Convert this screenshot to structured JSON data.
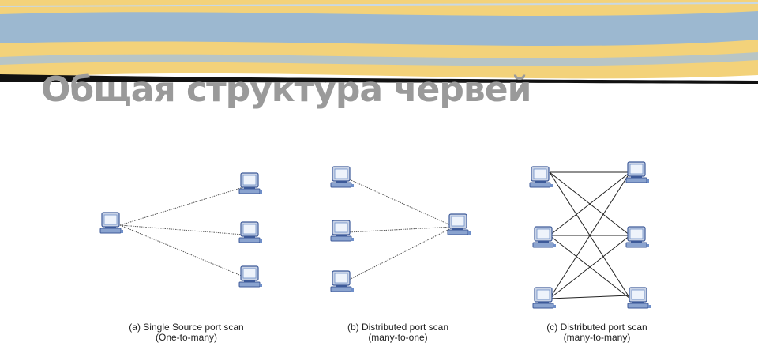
{
  "slide": {
    "title": "Общая структура червей"
  },
  "colors": {
    "banner_yellow": "#f3d27a",
    "banner_blue": "#9cb8d0",
    "banner_black": "#111111",
    "title_gray": "#9a9a9a",
    "computer_screen": "#6f8fc9",
    "link_line": "#555555"
  },
  "diagrams": [
    {
      "caption_line1": "(a) Single Source port scan",
      "caption_line2": "(One-to-many)",
      "topology": "one-to-many",
      "icon": "computer-icon"
    },
    {
      "caption_line1": "(b) Distributed port scan",
      "caption_line2": "(many-to-one)",
      "topology": "many-to-one",
      "icon": "computer-icon"
    },
    {
      "caption_line1": "(c) Distributed port scan",
      "caption_line2": "(many-to-many)",
      "topology": "many-to-many",
      "icon": "computer-icon"
    }
  ]
}
